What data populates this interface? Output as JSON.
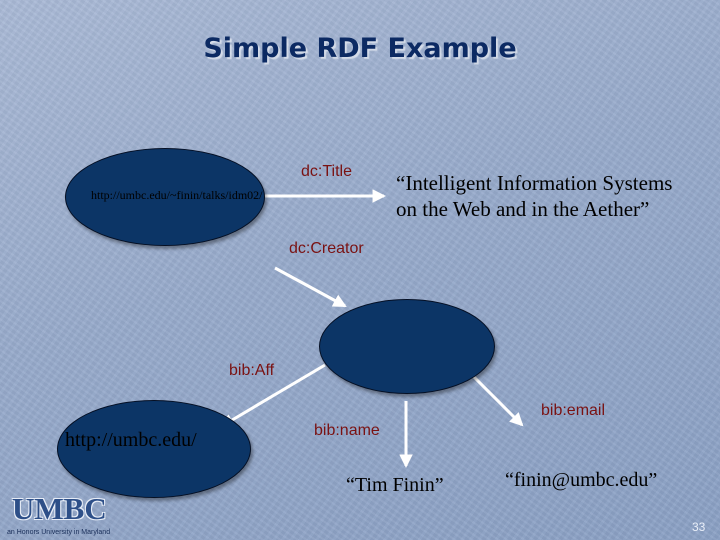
{
  "slide": {
    "title": "Simple RDF Example",
    "page_number": "33"
  },
  "diagram": {
    "nodes": {
      "resource_url": "http://umbc.edu/~finin/talks/idm02/",
      "title_literal_line1": "“Intelligent Information Systems",
      "title_literal_line2": "on the Web and in the Aether”",
      "affiliation_url": "http://umbc.edu/",
      "name_literal": "“Tim Finin”",
      "email_literal": "“finin@umbc.edu”"
    },
    "edges": {
      "title": "dc:Title",
      "creator": "dc:Creator",
      "affiliation": "bib:Aff",
      "name": "bib:name",
      "email": "bib:email"
    }
  },
  "logo": {
    "name": "UMBC",
    "tagline": "an Honors University in Maryland"
  },
  "colors": {
    "node_fill": "#0c3566",
    "title_text": "#0c2a63",
    "edge_label": "#7a1212",
    "arrow": "#ffffff"
  }
}
